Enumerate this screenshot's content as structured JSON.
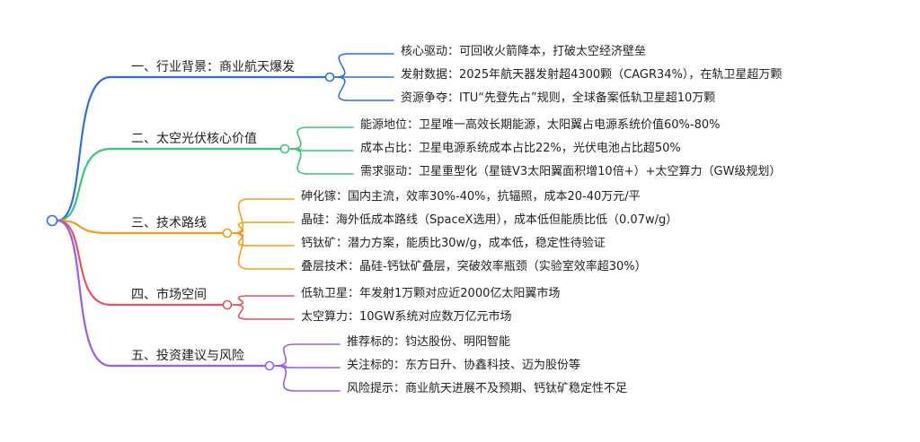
{
  "mindmap": {
    "root_label": "",
    "branches": [
      {
        "label": "一、行业背景：商业航天爆发",
        "color": "#2f6fe0",
        "leaves": [
          "核心驱动：可回收火箭降本，打破太空经济壁垒",
          "发射数据：2025年航天器发射超4300颗（CAGR34%），在轨卫星超万颗",
          "资源争夺：ITU“先登先占”规则，全球备案低轨卫星超10万颗"
        ]
      },
      {
        "label": "二、太空光伏核心价值",
        "color": "#3cc47a",
        "leaves": [
          "能源地位：卫星唯一高效长期能源，太阳翼占电源系统价值60%-80%",
          "成本占比：卫星电源系统成本占比22%，光伏电池占比超50%",
          "需求驱动：卫星重型化（星链V3太阳翼面积增10倍+）+太空算力（GW级规划）"
        ]
      },
      {
        "label": "三、技术路线",
        "color": "#f39c1a",
        "leaves": [
          "砷化镓：国内主流，效率30%-40%，抗辐照，成本20-40万元/平",
          "晶硅：海外低成本路线（SpaceX选用），成本低但能质比低（0.07w/g）",
          "钙钛矿：潜力方案，能质比30w/g，成本低，稳定性待验证",
          "叠层技术：晶硅-钙钛矿叠层，突破效率瓶颈（实验室效率超30%）"
        ]
      },
      {
        "label": "四、市场空间",
        "color": "#e8545a",
        "leaves": [
          "低轨卫星：年发射1万颗对应近2000亿太阳翼市场",
          "太空算力：10GW系统对应数万亿元市场"
        ]
      },
      {
        "label": "五、投资建议与风险",
        "color": "#9b5de5",
        "leaves": [
          "推荐标的：钧达股份、明阳智能",
          "关注标的：东方日升、协鑫科技、迈为股份等",
          "风险提示：商业航天进展不及预期、钙钛矿稳定性不足"
        ]
      }
    ]
  },
  "colors": {
    "root": "#2f6fe0"
  }
}
